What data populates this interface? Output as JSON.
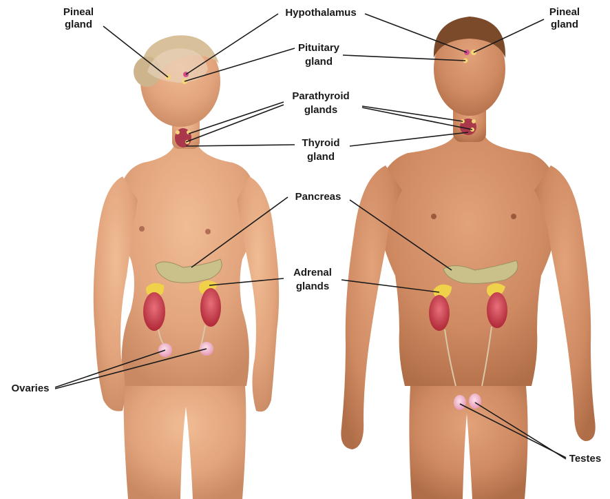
{
  "labels": {
    "pineal_left_1": "Pineal",
    "pineal_left_2": "gland",
    "hypothalamus": "Hypothalamus",
    "pineal_right_1": "Pineal",
    "pineal_right_2": "gland",
    "pituitary_1": "Pituitary",
    "pituitary_2": "gland",
    "parathyroid_1": "Parathyroid",
    "parathyroid_2": "glands",
    "thyroid_1": "Thyroid",
    "thyroid_2": "gland",
    "pancreas": "Pancreas",
    "adrenal_1": "Adrenal",
    "adrenal_2": "glands",
    "ovaries": "Ovaries",
    "testes": "Testes"
  },
  "colors": {
    "skin_female": "#e2a47c",
    "skin_male": "#cf8a62",
    "hair_female": "#d8c09a",
    "hair_male": "#7a4a2a",
    "pancreas": "#c9c08a",
    "adrenal": "#f0d24a",
    "kidney": "#c8404a",
    "ovary": "#f2b6cc",
    "gland_pink": "#d2508a",
    "gland_yellow": "#f4d47a"
  }
}
